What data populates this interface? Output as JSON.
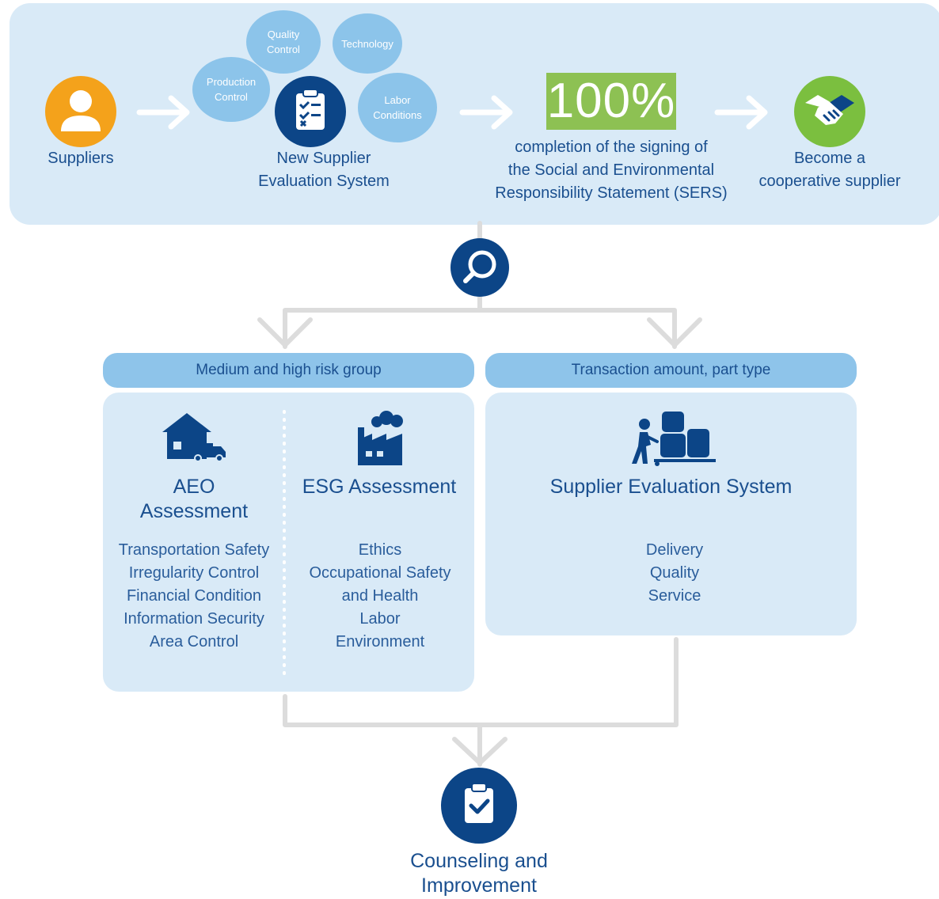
{
  "top": {
    "suppliers_label": "Suppliers",
    "nses_label_line1": "New Supplier",
    "nses_label_line2": "Evaluation System",
    "bubbles": {
      "quality_line1": "Quality",
      "quality_line2": "Control",
      "technology": "Technology",
      "production_line1": "Production",
      "production_line2": "Control",
      "labor_line1": "Labor",
      "labor_line2": "Conditions"
    },
    "percent": "100%",
    "sers_line1": "completion of the signing of",
    "sers_line2": "the Social and Environmental",
    "sers_line3": "Responsibility Statement (SERS)",
    "coop_line1": "Become a",
    "coop_line2": "cooperative supplier"
  },
  "groups": {
    "left_pill": "Medium and high risk group",
    "right_pill": "Transaction amount, part type"
  },
  "aeo": {
    "title_line1": "AEO",
    "title_line2": "Assessment",
    "items": [
      "Transportation Safety",
      "Irregularity Control",
      "Financial Condition",
      "Information Security",
      "Area Control"
    ]
  },
  "esg": {
    "title": "ESG Assessment",
    "items": [
      "Ethics",
      "Occupational Safety",
      "and Health",
      "Labor",
      "Environment"
    ]
  },
  "ses": {
    "title": "Supplier Evaluation System",
    "items": [
      "Delivery",
      "Quality",
      "Service"
    ]
  },
  "bottom": {
    "line1": "Counseling and",
    "line2": "Improvement"
  },
  "colors": {
    "band": "#d9eaf7",
    "navy": "#0c4587",
    "bubble": "#8cc4ea",
    "orange": "#f4a21b",
    "green_box": "#8dc153",
    "green_circle": "#7bbf3f",
    "connector": "#dcdcdc"
  }
}
